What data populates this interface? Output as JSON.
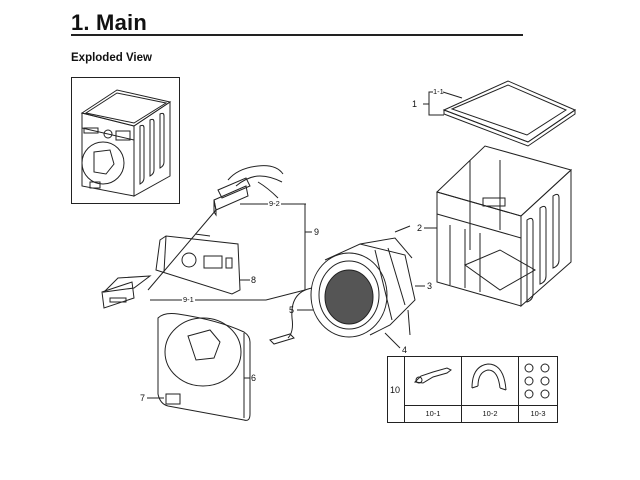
{
  "page": {
    "section_title": "1.  Main",
    "subtitle": "Exploded View"
  },
  "callouts": {
    "c1": "1",
    "c1_1": "1-1",
    "c2": "2",
    "c3": "3",
    "c4": "4",
    "c5": "5",
    "c6": "6",
    "c7": "7",
    "c8": "8",
    "c9": "9",
    "c9_1": "9-1",
    "c9_2": "9-2",
    "c10": "10"
  },
  "accessories": {
    "label": "10",
    "items": [
      {
        "id": "10-1",
        "icon": "wrench-icon"
      },
      {
        "id": "10-2",
        "icon": "hose-bracket-icon"
      },
      {
        "id": "10-3",
        "icon": "caps-icon"
      }
    ]
  },
  "parts": [
    {
      "ref": "1",
      "desc": "top cover assembly",
      "icon": "top-cover-icon"
    },
    {
      "ref": "2",
      "desc": "cabinet frame",
      "icon": "cabinet-icon"
    },
    {
      "ref": "3",
      "desc": "tub assembly",
      "icon": "tub-icon"
    },
    {
      "ref": "5",
      "desc": "door seal / hose",
      "icon": "hose-icon"
    },
    {
      "ref": "6",
      "desc": "front panel",
      "icon": "front-panel-icon"
    },
    {
      "ref": "8",
      "desc": "control panel",
      "icon": "control-panel-icon"
    },
    {
      "ref": "9",
      "desc": "detergent drawer assembly",
      "icon": "drawer-icon"
    }
  ]
}
